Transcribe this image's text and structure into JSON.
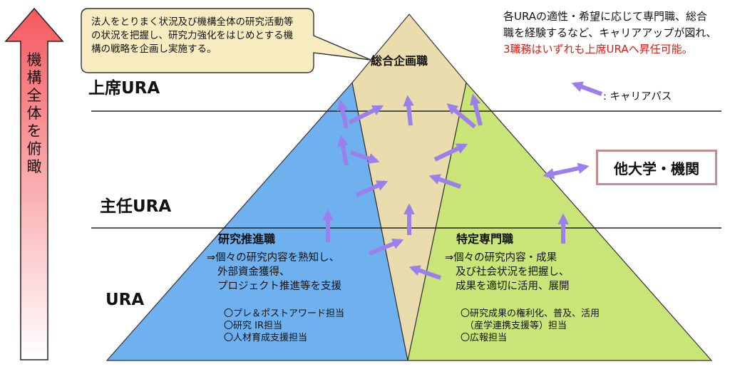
{
  "vertical_label": "機構全体を俯瞰",
  "levels": {
    "top": "上席URA",
    "middle": "主任URA",
    "bottom": "URA"
  },
  "callout": "法人をとりまく状況及び機構全体の研究活動等の状況を把握し、研究力強化をはじめとする機構の戦略を企画し実施する。",
  "note": {
    "text": "各URAの適性・希望に応じて専門職、総合職を経験するなど、キャリアアップが図れ、",
    "highlight": "3職務はいずれも上席URAへ昇任可能。"
  },
  "legend": ": キャリアパス",
  "other_institution": "他大学・機関",
  "center_role": {
    "title": "総合企画職"
  },
  "left_role": {
    "title": "研究推進職",
    "description": [
      "⇒個々の研究内容を熟知し、",
      "外部資金獲得、",
      "プロジェクト推進等を支援"
    ],
    "duties": [
      "〇プレ＆ポストアワード担当",
      "〇研究 IR担当",
      "〇人材育成支援担当"
    ]
  },
  "right_role": {
    "title": "特定専門職",
    "description": [
      "⇒個々の研究内容・成果",
      "及び社会状況を把握し、",
      "成果を適切に活用、展開"
    ],
    "duties": [
      "〇研究成果の権利化、普及、活用",
      "（産学連携支援等）担当",
      "〇広報担当"
    ]
  },
  "colors": {
    "left_section": "#6fb0ef",
    "center_section": "#ebdcae",
    "right_section": "#c9e477",
    "arrow": "#9b7fea",
    "callout_fill": "#f6ecc0",
    "highlight": "#e8170d",
    "box_border": "#c98a8a"
  }
}
